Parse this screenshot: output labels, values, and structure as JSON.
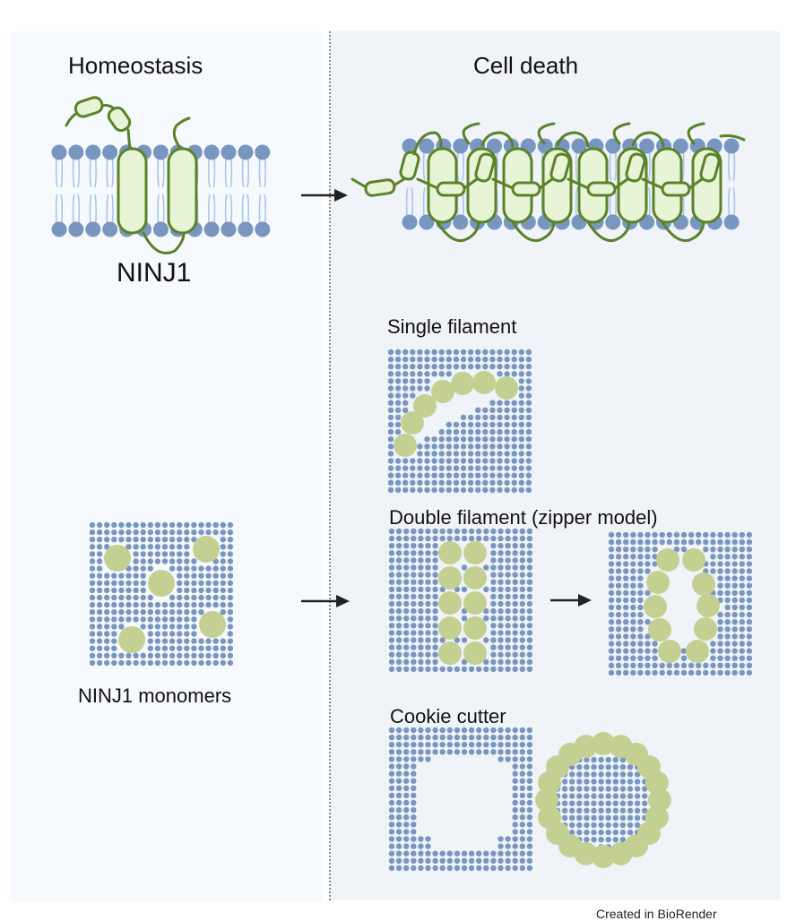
{
  "figure": {
    "colors": {
      "lipid_head": "#7896c0",
      "lipid_tail": "#a9c6ec",
      "protein_stroke": "#5a8228",
      "protein_fill": "#e8f4d6",
      "monomer": "#c4d092",
      "arrow": "#222222",
      "left_panel_bg": "#f6f9fd",
      "right_panel_bg": "#f0f4f9"
    },
    "panels": {
      "left": {
        "title": "Homeostasis",
        "protein_label": "NINJ1",
        "monomers_label": "NINJ1 monomers",
        "monomer_count": 5
      },
      "right": {
        "title": "Cell death",
        "models": [
          {
            "name": "single",
            "label": "Single filament"
          },
          {
            "name": "double",
            "label": "Double filament (zipper model)"
          },
          {
            "name": "cookie",
            "label": "Cookie cutter"
          }
        ]
      }
    },
    "credit": "Created in BioRender"
  }
}
